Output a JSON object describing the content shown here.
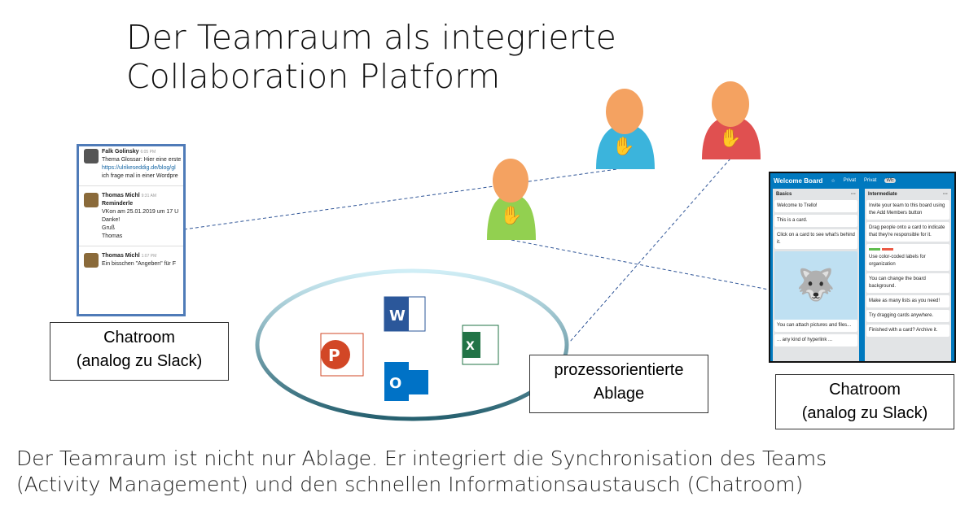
{
  "title": [
    "Der Teamraum als integrierte",
    "Collaboration Platform"
  ],
  "caption": [
    "Der Teamraum ist nicht nur Ablage. Er integriert die Synchronisation des Teams",
    "(Activity Management) und den schnellen Informationsaustausch (Chatroom)"
  ],
  "labels": {
    "chat_left": [
      "Chatroom",
      "(analog zu Slack)"
    ],
    "chat_right": [
      "Chatroom",
      "(analog zu Slack)"
    ],
    "ablage": [
      "prozessorientierte",
      "Ablage"
    ]
  },
  "slack": {
    "messages": [
      {
        "author": "Falk Golinsky",
        "time": "6:05 PM",
        "lines": [
          "Thema Glossar: Hier eine erste",
          "https://ulrikeseddig.de/blog/gl",
          "ich frage mal in einer Wordpre"
        ]
      },
      {
        "author": "Thomas Michl",
        "time": "9:31 AM",
        "lines": [
          "Reminderle",
          "VKon am 25.01.2019 um 17 U",
          "Danke!",
          "Gruß",
          "Thomas"
        ]
      },
      {
        "author": "Thomas Michl",
        "time": "1:07 PM",
        "lines": [
          "Ein bisschen \"Angeben\" für F"
        ]
      }
    ]
  },
  "trello": {
    "board": "Welcome Board",
    "privacy1": "Privat",
    "privacy2": "Privat",
    "avatar": "WE",
    "lists": [
      {
        "name": "Basics",
        "cards": [
          "Welcome to Trello!",
          "This is a card.",
          "Click on a card to see what's behind it.",
          "You can attach pictures and files...",
          "... any kind of hyperlink ..."
        ]
      },
      {
        "name": "Intermediate",
        "cards": [
          "Invite your team to this board using the Add Members button",
          "Drag people onto a card to indicate that they're responsible for it.",
          "Use color-coded labels for organization",
          "You can change the board background.",
          "Make as many lists as you need!",
          "Try dragging cards anywhere.",
          "Finished with a card? Archive it."
        ]
      }
    ]
  },
  "apps": {
    "word": "W",
    "excel": "X",
    "powerpoint": "P",
    "outlook": "O"
  },
  "colors": {
    "person_green": "#92d050",
    "person_blue": "#3bb4dc",
    "person_red": "#e05050",
    "head": "#f4a261",
    "ellipse": "#2e6a80"
  }
}
